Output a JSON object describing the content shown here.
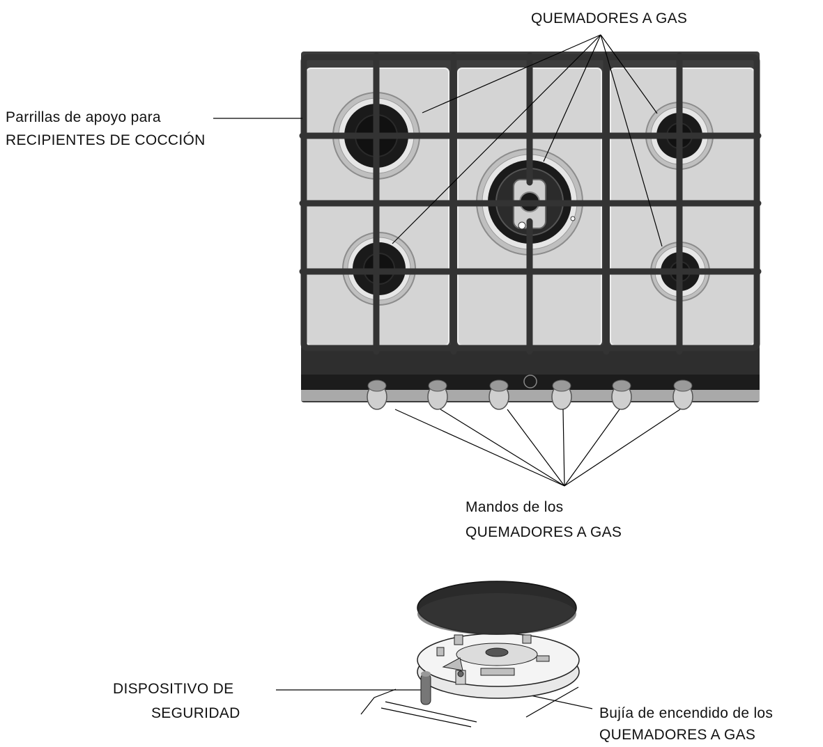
{
  "labels": {
    "burners_top": "QUEMADORES A GAS",
    "grates_line1": "Parrillas de apoyo para",
    "grates_line2": "RECIPIENTES DE COCCIÓN",
    "knobs_line1": "Mandos de los",
    "knobs_line2": "QUEMADORES A GAS",
    "safety_line1": "DISPOSITIVO DE",
    "safety_line2": "SEGURIDAD",
    "ignition_line1": "Bujía de encendido de los",
    "ignition_line2": "QUEMADORES A GAS"
  },
  "colors": {
    "frame": "#3a3a3a",
    "panel": "#d2d2d2",
    "burner": "#1a1a1a",
    "knob": "#c8c8c8",
    "line": "#000000"
  }
}
